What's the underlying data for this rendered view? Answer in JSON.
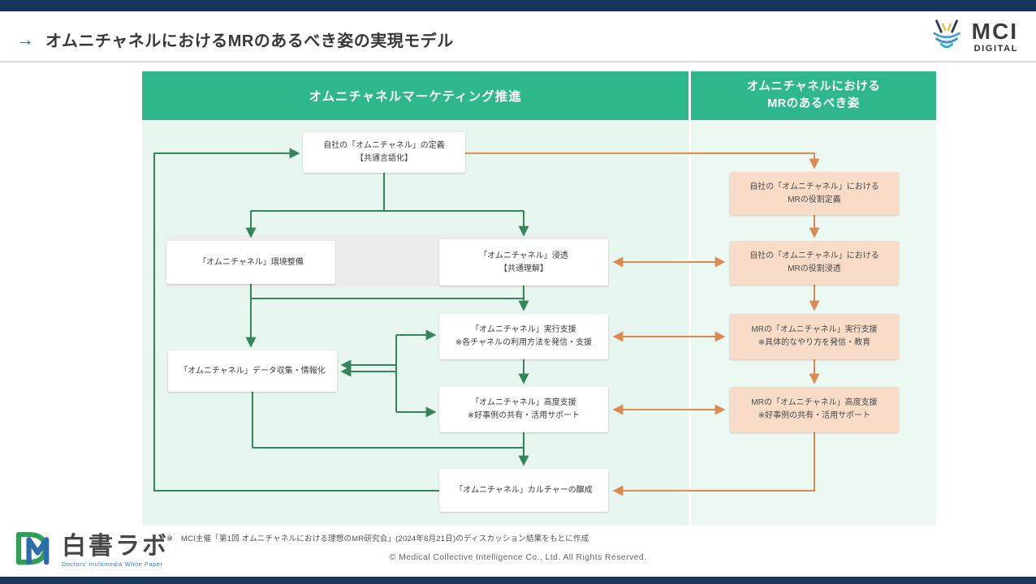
{
  "slide": {
    "title": "オムニチャネルにおけるMRのあるべき姿の実現モデル",
    "title_arrow": "→"
  },
  "mci_logo": {
    "text": "MCI",
    "sub": "DIGITAL"
  },
  "diagram": {
    "left_column_header": "オムニチャネルマーケティング推進",
    "right_column_header": {
      "line1": "オムニチャネルにおける",
      "line2": "MRのあるべき姿"
    },
    "boxes": {
      "define": {
        "l1": "自社の「オムニチャネル」の定義",
        "l2": "【共通言語化】"
      },
      "env": {
        "l1": "「オムニチャネル」環境整備"
      },
      "penetration": {
        "l1": "「オムニチャネル」浸透",
        "l2": "【共通理解】"
      },
      "exec_support": {
        "l1": "「オムニチャネル」実行支援",
        "l2": "※各チャネルの利用方法を発信・支援"
      },
      "data_collect": {
        "l1": "「オムニチャネル」データ収集・情報化"
      },
      "adv_support": {
        "l1": "「オムニチャネル」高度支援",
        "l2": "※好事例の共有・活用サポート"
      },
      "culture": {
        "l1": "「オムニチャネル」カルチャーの醸成"
      },
      "mr_role_define": {
        "l1": "自社の「オムニチャネル」における",
        "l2": "MRの役割定義"
      },
      "mr_role_penetration": {
        "l1": "自社の「オムニチャネル」における",
        "l2": "MRの役割浸透"
      },
      "mr_exec_support": {
        "l1": "MRの「オムニチャネル」実行支援",
        "l2": "※具体的なやり方を発信・教育"
      },
      "mr_adv_support": {
        "l1": "MRの「オムニチャネル」高度支援",
        "l2": "※好事例の共有・活用サポート"
      }
    }
  },
  "footer": {
    "note": "※　MCI主催「第1回 オムニチャネルにおける理想のMR研究会」(2024年6月21日)のディスカッション結果をもとに作成",
    "copyright": "© Medical Collective Intelligence Co., Ltd.  All Rights Reserved.",
    "hakusho_logo": {
      "text": "白書ラボ",
      "tagline": "Doctors' multimedia White Paper"
    }
  },
  "colors": {
    "header_teal": "#2eb78c",
    "panel_mint": "#e7f6ee",
    "peach_box": "#f8dcc8",
    "green_arrow": "#35855a",
    "orange_arrow": "#dd8a50",
    "navy_bar": "#17365d"
  }
}
